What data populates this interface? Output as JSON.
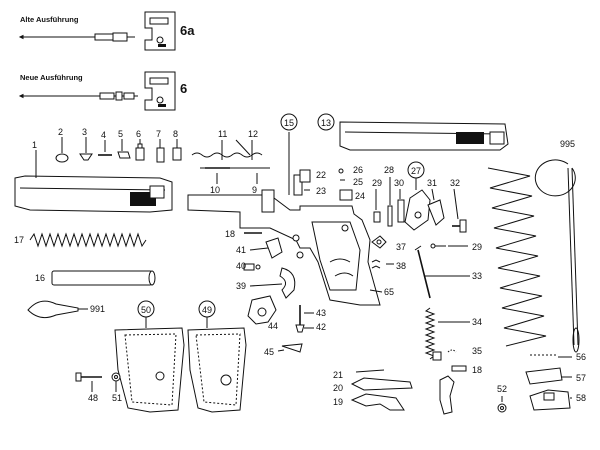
{
  "captions": {
    "old_version": "Alte Ausführung",
    "new_version": "Neue Ausführung"
  },
  "parts": {
    "p1": "1",
    "p2": "2",
    "p3": "3",
    "p4": "4",
    "p5": "5",
    "p6": "6",
    "p6a": "6a",
    "p7": "7",
    "p8": "8",
    "p9": "9",
    "p10": "10",
    "p11": "11",
    "p12": "12",
    "p13": "13",
    "p15": "15",
    "p16": "16",
    "p17": "17",
    "p18a": "18",
    "p18b": "18",
    "p19": "19",
    "p20": "20",
    "p21": "21",
    "p22": "22",
    "p23": "23",
    "p24": "24",
    "p25": "25",
    "p26": "26",
    "p27": "27",
    "p28": "28",
    "p29": "29",
    "p30": "30",
    "p31": "31",
    "p32": "32",
    "p33": "33",
    "p34": "34",
    "p35": "35",
    "p37": "37",
    "p38": "38",
    "p39": "39",
    "p40": "40",
    "p41": "41",
    "p42": "42",
    "p43": "43",
    "p44": "44",
    "p45": "45",
    "p48": "48",
    "p49": "49",
    "p50": "50",
    "p51": "51",
    "p52": "52",
    "p56": "56",
    "p57": "57",
    "p58": "58",
    "p65": "65",
    "p991": "991",
    "p995": "995"
  }
}
